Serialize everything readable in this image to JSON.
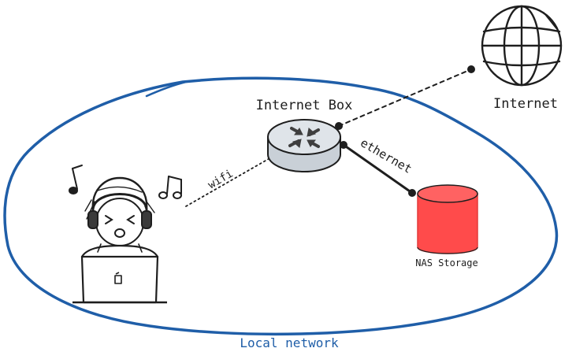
{
  "labels": {
    "internet": "Internet",
    "internet_box": "Internet Box",
    "wifi": "wifi",
    "ethernet": "ethernet",
    "nas": "NAS Storage",
    "local_network": "Local network"
  },
  "colors": {
    "ink": "#1e1e1e",
    "network_boundary": "#1f5ea8",
    "nas_fill": "#ff4b4b",
    "router_fill": "#d7dde3"
  },
  "icons": {
    "internet": "globe-icon",
    "router": "router-icon",
    "storage": "database-cylinder-icon",
    "user": "person-with-headphones-icon",
    "device": "laptop-icon",
    "music": "music-note-icon"
  }
}
